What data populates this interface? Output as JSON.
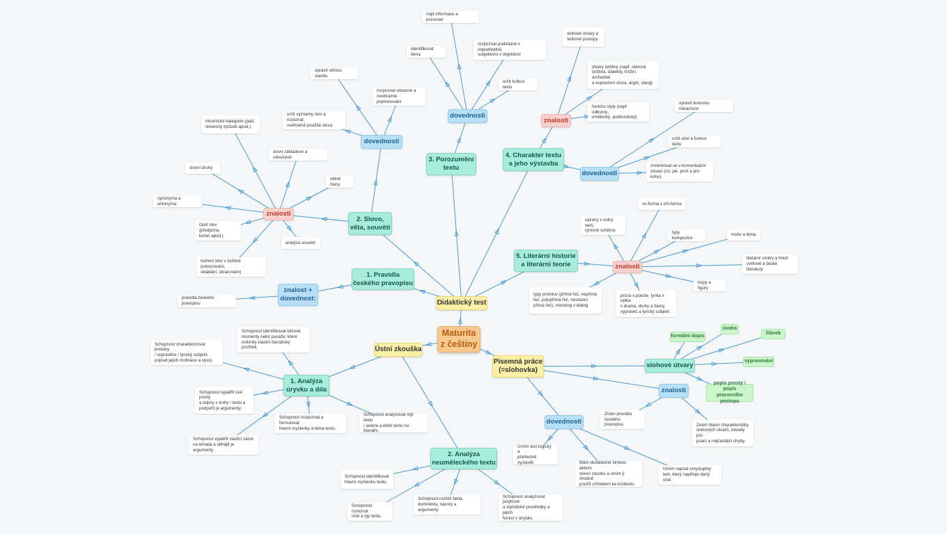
{
  "colors": {
    "edge": "#4a9bd0",
    "root": "#f7c98f",
    "section": "#fbf0a6",
    "topic": "#a8ecdc",
    "skills": "#b7e0f6",
    "knowledge": "#f8d0cd",
    "genre": "#ccf5cc",
    "leaf": "#ffffff"
  },
  "nodes": {
    "root": "Maturita\nz češtiny",
    "didakticky_test": "Didaktický test",
    "ustni_zkouska": "Ústní zkouška",
    "pisemna_prace": "Písemná práce\n(=slohovka)",
    "t1": "1. Pravidla\nčeského pravopisu",
    "t1_zd": "znalost +\ndovednost:",
    "t1_zd_1": "pravidla českého pravopisu",
    "t2": "2. Slovo,\nvěta, souvětí",
    "t2_dov": "dovednosti",
    "t2_dov_1": "opravit větnou stavbu",
    "t2_dov_2": "rozpoznat obrazné a\nneobrazné pojmenování",
    "t2_dov_3": "určit významy slov a rozeznat\nnevhodně použitá slova",
    "t2_zn": "znalosti",
    "t2_zn_1": "mluvnické kategorie (pád,\nslovesný způsob apod.)",
    "t2_zn_2": "slovo základové a odvozené",
    "t2_zn_3": "slovní druhy",
    "t2_zn_4": "větné členy",
    "t2_zn_5": "synonyma a antonyma",
    "t2_zn_6": "části slov (předpona,\nkořen apod.)",
    "t2_zn_7": "analýza souvětí",
    "t2_zn_8": "tvoření slov v češtině (odvozování,\nskládání, zkracování)",
    "t3": "3. Porozumění\ntextu",
    "t3_dov": "dovednosti",
    "t3_dov_1": "najít informace a porovnat",
    "t3_dov_2": "identifikovat téma",
    "t3_dov_3": "rozpoznat podstatné x nepodstatné,\nsubjektivní x objektivní",
    "t3_dov_4": "určit funkce textu",
    "t4": "4. Charakter textu\na jeho výstavba",
    "t4_zn": "znalosti",
    "t4_zn_1": "slohové útvary a\nslohové postupy",
    "t4_zn_2": "útvary češtiny (např. obecná\nčeština, dialekty, knižní, archaické\na expresivní slova, argot, slang)",
    "t4_zn_3": "funkční styly (např. odborný,\numělecký, publicistický)",
    "t4_dov": "dovednosti",
    "t4_dov_1": "opravit textovou návaznost",
    "t4_dov_2": "určit účel a funkce textu",
    "t4_dov_3": "zorientovat se v komunikační\nsituaci (co, jak, proč a pro koho)",
    "t5": "5. Literární historie\na literární teorie",
    "t5_zn": "znalosti",
    "t5_zn_1": "er-forma x ich-forma",
    "t5_zn_2": "vázaný x volný verš,\nrýmové schéma",
    "t5_zn_3": "typy kompozice",
    "t5_zn_4": "motiv a téma",
    "t5_zn_5": "literární směry a hnutí\nsvětové a české literatury",
    "t5_zn_6": "tropy a figury",
    "t5_zn_7": "typy promluv (přímá řeč, nepřímá\nřeč, polopřímá řeč, nevlastní\npřímá řeč), monolog x dialog",
    "t5_zn_8": "próza x poezie, lyrika x epika\nx drama, druhy a žánry,\nvypravěč a lyrický subjekt",
    "u1": "1. Analýza\núryvku a díla",
    "u1_1": "Schopnost identifikovat klíčové\nmomenty nebo pasáže, které\novlivnily vlastní čtenářský prožitek.",
    "u1_2": "Schopnost charakterizovat postavy\n/ vypravěče / lyrický subjekt,\npopsat jejich motivace a vývoj.",
    "u1_3": "Schopnost vyjádřit své pocity\na dojmy z knihy / textu a\npodpořit je argumenty.",
    "u1_4": "Schopnost rozpoznat a formulovat\nhlavní myšlenky a téma textu.",
    "u1_5": "Schopnost analyzovat styl textu\n/ autora a efekt textu na čtenáře.",
    "u1_6": "Schopnost vyjádřit vlastní názor\nna témata a obhájit je argumenty.",
    "u2": "2. Analýza\nneuměleckého textu",
    "u2_1": "Schopnost identifikovat\nhlavní myšlenku textu.",
    "u2_2": "Schopnost rozeznat\núčel a typ textu.",
    "u2_3": "Schopnost rozlišit fakta,\ndomněnky, názory a argumenty.",
    "u2_4": "Schopnost analyzovat jazykové\na stylistické prostředky a jejich\nfunkci v únysku.",
    "p_su": "slohové útvary",
    "p_su_1": "formální dopis",
    "p_su_2": "úvaha",
    "p_su_3": "článek",
    "p_su_4": "vypravování",
    "p_su_5": "popis prostý / popis\npracovního postupu",
    "p_zn": "znalosti",
    "p_zn_1": "Znám pravidla\nčeského pravopisu.",
    "p_zn_2": "Znám hlavní charakteristiky\nslohových útvarů, zásady pro\npsaní a nejčastější chyby.",
    "p_dov": "dovednosti",
    "p_dov_1": "Umím text logicky a\npřehledně vystavět.",
    "p_dov_2": "Mám dostatečně širokou aktivní\nslovní zásobu a umím ji vhodně\npoužít vzhledem ke kontextu.",
    "p_dov_3": "Umím napsat smysluplný\ntext, který naplňuje daný účel."
  }
}
